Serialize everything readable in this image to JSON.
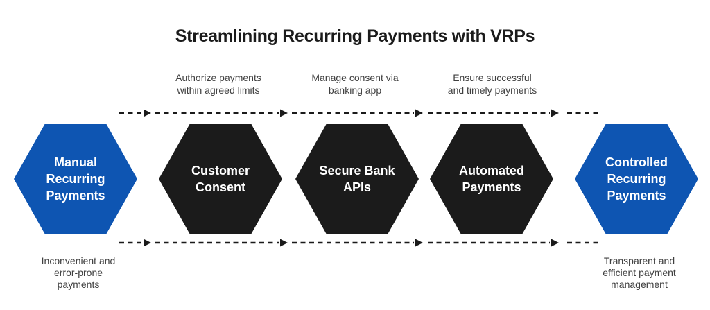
{
  "title": "Streamlining Recurring Payments with VRPs",
  "colors": {
    "stage_blue": "#0e55b2",
    "stage_dark": "#1b1b1b",
    "title_text": "#1b1b1b",
    "caption_text": "#3f3f3f",
    "arrow": "#1a1a1a",
    "stage_label_text": "#ffffff",
    "background": "#ffffff"
  },
  "flow": {
    "stages": [
      {
        "label": "Manual\nRecurring\nPayments",
        "variant": "blue"
      },
      {
        "label": "Customer\nConsent",
        "variant": "dark"
      },
      {
        "label": "Secure Bank\nAPIs",
        "variant": "dark"
      },
      {
        "label": "Automated\nPayments",
        "variant": "dark"
      },
      {
        "label": "Controlled\nRecurring\nPayments",
        "variant": "blue"
      }
    ],
    "top_captions": [
      {
        "text": "Authorize payments\nwithin agreed limits"
      },
      {
        "text": "Manage consent via\nbanking app"
      },
      {
        "text": "Ensure successful\nand timely payments"
      }
    ],
    "bottom_captions": [
      {
        "text": "Inconvenient and\nerror-prone\npayments"
      },
      {
        "text": "Transparent and\nefficient payment\nmanagement"
      }
    ]
  }
}
